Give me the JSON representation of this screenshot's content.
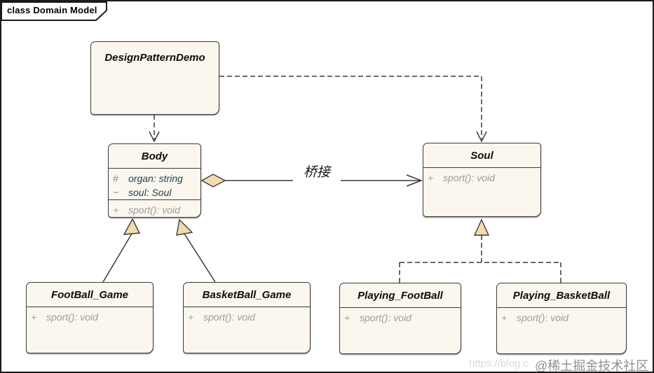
{
  "frame": {
    "tab_label": "class Domain Model"
  },
  "classes": {
    "design_pattern_demo": {
      "title": "DesignPatternDemo"
    },
    "body": {
      "title": "Body",
      "attributes": [
        {
          "visibility": "#",
          "text": "organ: string"
        },
        {
          "visibility": "~",
          "text": "soul: Soul"
        }
      ],
      "operations": [
        {
          "visibility": "+",
          "text": "sport(): void"
        }
      ]
    },
    "soul": {
      "title": "Soul",
      "operations": [
        {
          "visibility": "+",
          "text": "sport(): void"
        }
      ]
    },
    "football_game": {
      "title": "FootBall_Game",
      "operations": [
        {
          "visibility": "+",
          "text": "sport(): void"
        }
      ]
    },
    "basketball_game": {
      "title": "BasketBall_Game",
      "operations": [
        {
          "visibility": "+",
          "text": "sport(): void"
        }
      ]
    },
    "playing_football": {
      "title": "Playing_FootBall",
      "operations": [
        {
          "visibility": "+",
          "text": "sport(): void"
        }
      ]
    },
    "playing_basketball": {
      "title": "Playing_BasketBall",
      "operations": [
        {
          "visibility": "+",
          "text": "sport(): void"
        }
      ]
    }
  },
  "relationships": {
    "bridge_label": "桥接"
  },
  "watermark": {
    "url_text": "https://blog.c",
    "community_text": "@稀土掘金技术社区"
  },
  "colors": {
    "background": "#ffffff",
    "box_fill": "#FBF6EE",
    "box_border": "#3c3c3a",
    "accent_tan": "#F3DCAC",
    "attribute_text": "#21434f",
    "operation_text": "#9d9d9b"
  }
}
